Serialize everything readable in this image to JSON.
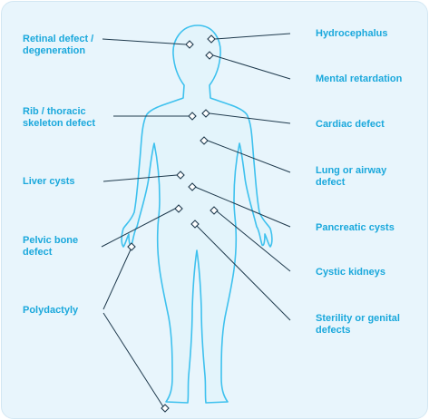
{
  "colors": {
    "background": "#e8f5fc",
    "label_text": "#1aa8dc",
    "body_outline": "#3ec1ee",
    "body_fill": "#e3f4fb",
    "leader_line": "#1f3a4d"
  },
  "labels_left": {
    "retinal": "Retinal defect /\ndegeneration",
    "rib": "Rib / thoracic\nskeleton defect",
    "liver": "Liver cysts",
    "pelvic": "Pelvic bone\ndefect",
    "polydactyly": "Polydactyly"
  },
  "labels_right": {
    "hydrocephalus": "Hydrocephalus",
    "mental": "Mental retardation",
    "cardiac": "Cardiac defect",
    "lung": "Lung or airway\ndefect",
    "pancreatic": "Pancreatic cysts",
    "kidneys": "Cystic kidneys",
    "sterility": "Sterility or genital\ndefects"
  }
}
